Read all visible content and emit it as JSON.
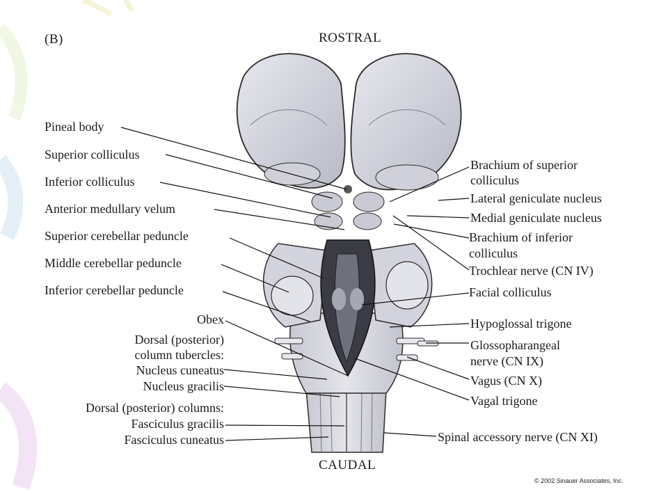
{
  "panel_label": "(B)",
  "orientation": {
    "top": "ROSTRAL",
    "bottom": "CAUDAL"
  },
  "copyright": "© 2002 Sinauer Associates, Inc.",
  "labels_left": [
    "Pineal body",
    "Superior colliculus",
    "Inferior colliculus",
    "Anterior medullary velum",
    "Superior cerebellar peduncle",
    "Middle cerebellar peduncle",
    "Inferior cerebellar peduncle",
    "Obex",
    "Dorsal (posterior)",
    "column tubercles:",
    "Nucleus cuneatus",
    "Nucleus gracilis",
    "Dorsal (posterior) columns:",
    "Fasciculus gracilis",
    "Fasciculus cuneatus"
  ],
  "labels_right": [
    "Brachium of superior",
    "colliculus",
    "Lateral geniculate nucleus",
    "Medial geniculate nucleus",
    "Brachium of inferior",
    "colliculus",
    "Trochlear nerve (CN IV)",
    "Facial colliculus",
    "Hypoglossal trigone",
    "Glossopharangeal",
    "nerve (CN IX)",
    "Vagus (CN X)",
    "Vagal trigone",
    "Spinal accessory nerve (CN XI)"
  ],
  "colors": {
    "tissue": "#dcdde4",
    "tissue_shadow": "#9a9ca8",
    "outline": "#2a2a2a",
    "leader": "#111111"
  }
}
